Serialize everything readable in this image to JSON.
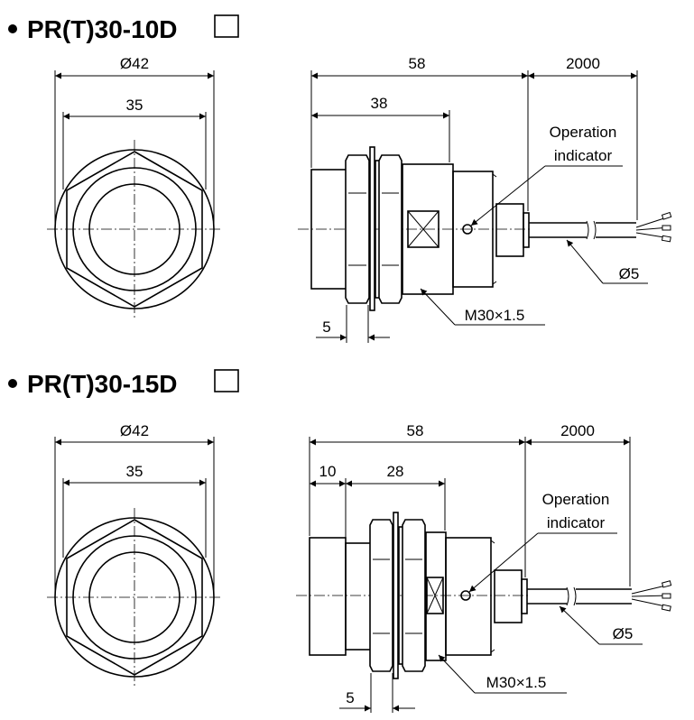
{
  "models": [
    {
      "title": "PR(T)30-10D",
      "dim_outer": "Ø42",
      "dim_hex": "35",
      "dim_length": "58",
      "dim_cable": "2000",
      "dim_thread_len": "38",
      "dim_nut": "5",
      "thread": "M30×1.5",
      "cable_dia": "Ø5",
      "indicator_line1": "Operation",
      "indicator_line2": "indicator"
    },
    {
      "title": "PR(T)30-15D",
      "dim_outer": "Ø42",
      "dim_hex": "35",
      "dim_length": "58",
      "dim_cable": "2000",
      "dim_offset": "10",
      "dim_thread_len": "28",
      "dim_nut": "5",
      "thread": "M30×1.5",
      "cable_dia": "Ø5",
      "indicator_line1": "Operation",
      "indicator_line2": "indicator"
    }
  ]
}
